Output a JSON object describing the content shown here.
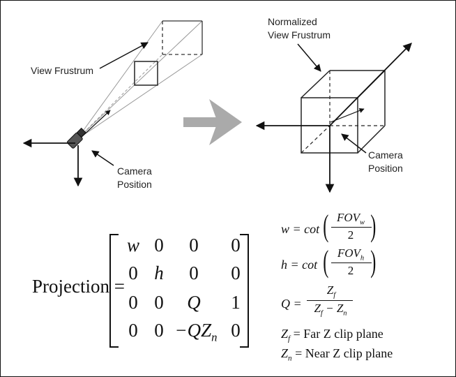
{
  "labels": {
    "view_frustrum": "View Frustrum",
    "camera_position_left_1": "Camera",
    "camera_position_left_2": "Position",
    "normalized_1": "Normalized",
    "normalized_2": "View Frustrum",
    "camera_position_right_1": "Camera",
    "camera_position_right_2": "Position"
  },
  "formula": {
    "projection_label": "Projection =",
    "matrix": [
      [
        "w",
        "0",
        "0",
        "0"
      ],
      [
        "0",
        "h",
        "0",
        "0"
      ],
      [
        "0",
        "0",
        "Q",
        "1"
      ],
      [
        "0",
        "0",
        "−QZ",
        "0"
      ]
    ],
    "matrix_subscript": "n",
    "w_def": "w = cot",
    "w_num": "FOV",
    "w_sub": "w",
    "h_def": "h = cot",
    "h_num": "FOV",
    "h_sub": "h",
    "den": "2",
    "q_def": "Q =",
    "q_num": "Z",
    "q_num_sub": "f",
    "q_den_a": "Z",
    "q_den_a_sub": "f",
    "q_den_op": " − Z",
    "q_den_b_sub": "n",
    "zf_sym": "Z",
    "zf_sub": "f",
    "zf_text": " = Far Z clip plane",
    "zn_sym": "Z",
    "zn_sub": "n",
    "zn_text": " = Near Z clip plane"
  },
  "colors": {
    "ink": "#111111",
    "transform_arrow": "#aaaaaa",
    "camera_body": "#555555",
    "frustum_lines": "#999999"
  },
  "icons": {
    "transform_arrow": "right-arrow-icon",
    "camera": "camera-icon"
  }
}
